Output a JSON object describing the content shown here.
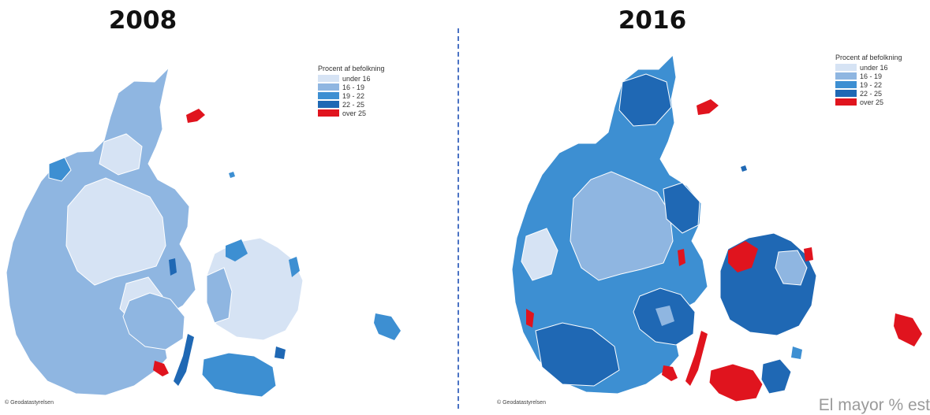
{
  "maps": [
    {
      "year": "2008",
      "legend_title": "Procent af befolkning",
      "legend": [
        {
          "label": "under 16",
          "color": "#d6e3f4"
        },
        {
          "label": "16 - 19",
          "color": "#8fb6e1"
        },
        {
          "label": "19 - 22",
          "color": "#3d8fd2"
        },
        {
          "label": "22 - 25",
          "color": "#1f68b4"
        },
        {
          "label": "over 25",
          "color": "#e0141e"
        }
      ],
      "credit": "© Geodatastyrelsen"
    },
    {
      "year": "2016",
      "legend_title": "Procent af befolkning",
      "legend": [
        {
          "label": "under 16",
          "color": "#d6e3f4"
        },
        {
          "label": "16 - 19",
          "color": "#8fb6e1"
        },
        {
          "label": "19 - 22",
          "color": "#3d8fd2"
        },
        {
          "label": "22 - 25",
          "color": "#1f68b4"
        },
        {
          "label": "over 25",
          "color": "#e0141e"
        }
      ],
      "credit": "© Geodatastyrelsen"
    }
  ],
  "footer_partial_text": "El mayor % est"
}
